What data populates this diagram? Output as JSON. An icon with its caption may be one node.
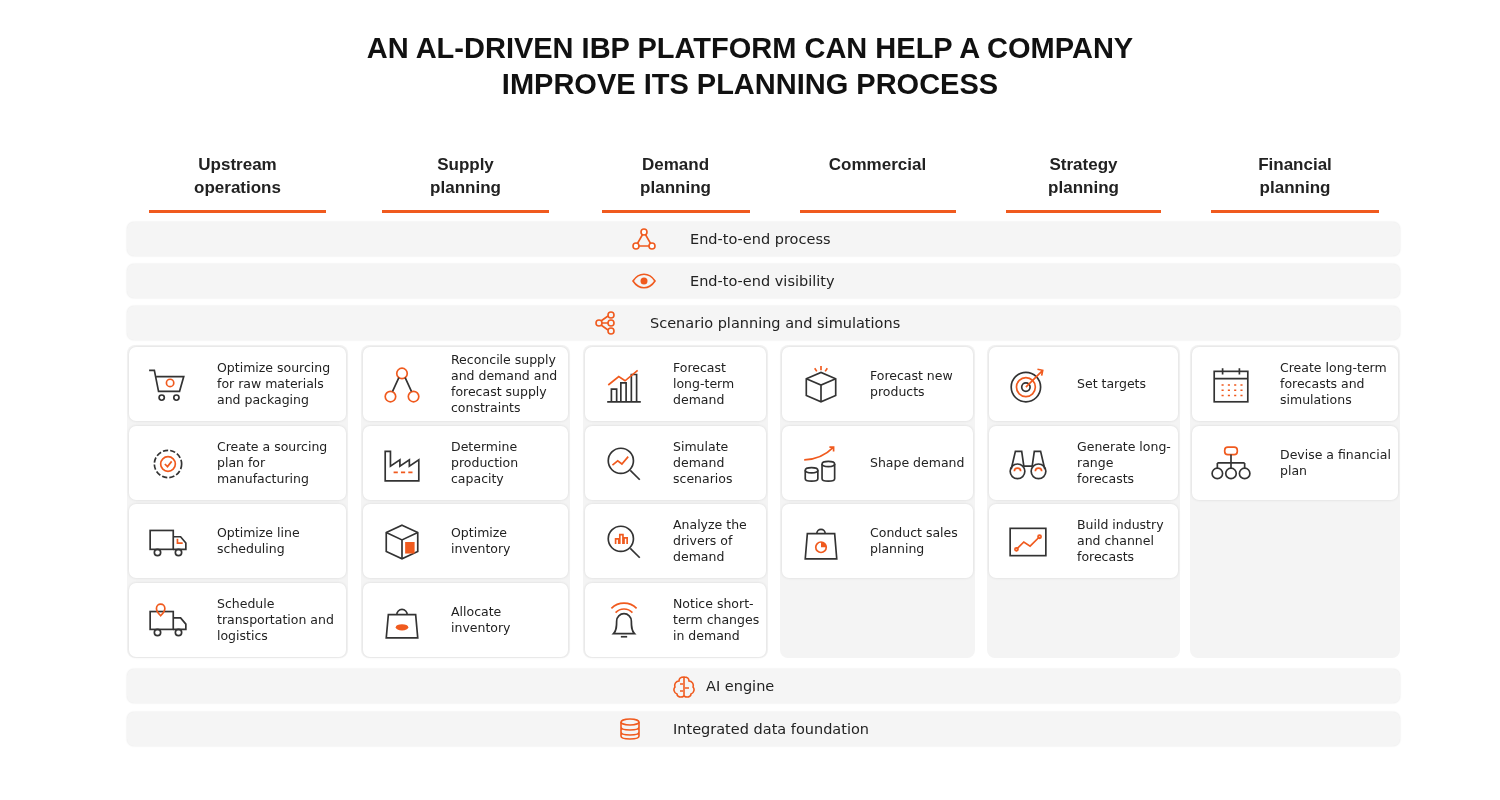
{
  "diagram": {
    "title": "AN AL-DRIVEN IBP PLATFORM CAN HELP A COMPANY IMPROVE ITS PLANNING PROCESS",
    "nodes": [
      {
        "text": [
          "Upstream operations"
        ]
      },
      {
        "text": [
          "Optimize sourcing for raw materials and packaging"
        ],
        "in": 0
      },
      {
        "text": [
          "Create a sourcing plan for manufacturing"
        ],
        "in": 0
      },
      {
        "text": [
          "Optimize line scheduling"
        ],
        "in": 0
      },
      {
        "text": [
          "Schedule transportation and logistics"
        ],
        "in": 0
      },
      {
        "text": [
          "Supply planning"
        ]
      },
      {
        "text": [
          "Reconcile supply and demand and forecast supply constraints"
        ],
        "in": 5
      },
      {
        "text": [
          "Determine production capacity"
        ],
        "in": 5
      },
      {
        "text": [
          "Optimize inventory"
        ],
        "in": 5
      },
      {
        "text": [
          "Allocate inventory"
        ],
        "in": 5
      },
      {
        "text": [
          "Demand planning"
        ]
      },
      {
        "text": [
          "Forecast long-term demand"
        ],
        "in": 10
      },
      {
        "text": [
          "Simulate demand scenarios"
        ],
        "in": 10
      },
      {
        "text": [
          "Analyze the drivers of demand"
        ],
        "in": 10
      },
      {
        "text": [
          "Notice short-term changes in demand"
        ],
        "in": 10
      },
      {
        "text": [
          "Commercial"
        ]
      },
      {
        "text": [
          "Forecast new products"
        ],
        "in": 15
      },
      {
        "text": [
          "Shape demand"
        ],
        "in": 15
      },
      {
        "text": [
          "Conduct sales planning"
        ],
        "in": 15
      },
      {
        "text": [
          "Strategy planning"
        ]
      },
      {
        "text": [
          "Set targets"
        ],
        "in": 19
      },
      {
        "text": [
          "Generate long-range forecasts"
        ],
        "in": 19
      },
      {
        "text": [
          "Build industry and channel forecasts"
        ],
        "in": 19
      },
      {
        "text": [
          "Financial planning"
        ]
      },
      {
        "text": [
          "Create long-term forecasts and simulations"
        ],
        "in": 23
      },
      {
        "text": [
          "Devise a financial plan"
        ],
        "in": 23
      },
      {
        "text": [
          "End-to-end process"
        ]
      },
      {
        "text": [
          "End-to-end visibility"
        ]
      },
      {
        "text": [
          "Scenario planning and simulations"
        ]
      },
      {
        "text": [
          "AI engine"
        ]
      },
      {
        "text": [
          "Integrated data foundation"
        ]
      }
    ]
  }
}
